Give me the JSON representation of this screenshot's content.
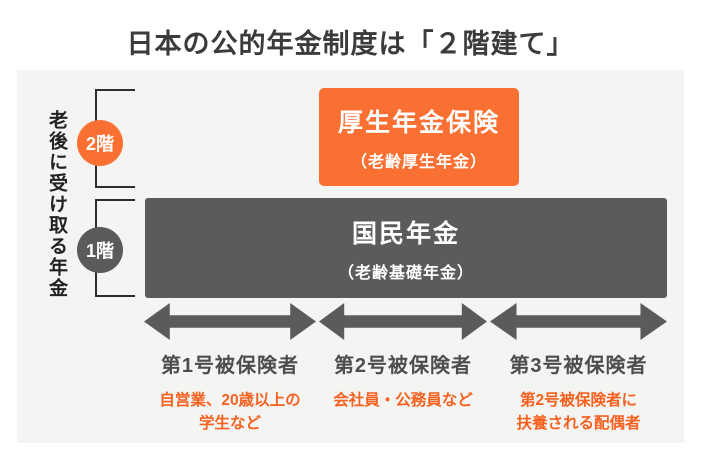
{
  "title": "日本の公的年金制度は「２階建て」",
  "side_label": "老後に受け取る年金",
  "colors": {
    "accent_orange": "#fa7033",
    "orange_text": "#f6611f",
    "dark_gray": "#5c5b5b",
    "panel_bg": "#f4f4f3"
  },
  "floors": [
    {
      "badge": "2階",
      "box_title": "厚生年金保険",
      "box_subtitle": "（老齢厚生年金）"
    },
    {
      "badge": "1階",
      "box_title": "国民年金",
      "box_subtitle": "（老齢基礎年金）"
    }
  ],
  "categories": [
    {
      "label": "第1号被保険者",
      "description": "自営業、20歳以上の\n学生など"
    },
    {
      "label": "第2号被保険者",
      "description": "会社員・公務員など"
    },
    {
      "label": "第3号被保険者",
      "description": "第2号被保険者に\n扶養される配偶者"
    }
  ]
}
